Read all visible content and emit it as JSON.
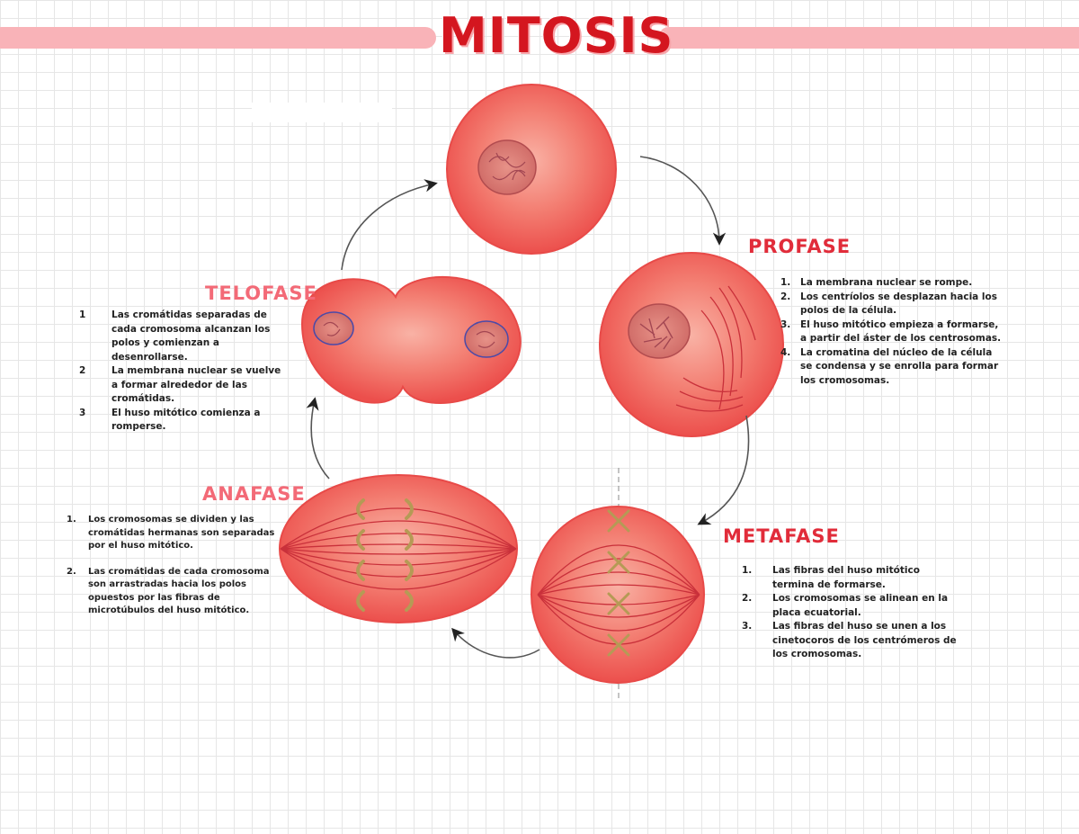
{
  "title": "MITOSIS",
  "stages": {
    "profase": {
      "label": "PROFASE",
      "items": [
        {
          "n": "1.",
          "text": "La membrana nuclear se rompe."
        },
        {
          "n": "2.",
          "text": "Los centríolos se desplazan hacia los polos de la célula."
        },
        {
          "n": "3.",
          "text": "El huso mitótico empieza a formarse, a partir del áster de los centrosomas."
        },
        {
          "n": "4.",
          "text": "La cromatina del núcleo de la célula se condensa y se enrolla para formar los cromosomas."
        }
      ]
    },
    "metafase": {
      "label": "METAFASE",
      "items": [
        {
          "n": "1.",
          "text": "Las fibras del huso mitótico termina de formarse."
        },
        {
          "n": "2.",
          "text": "Los cromosomas se alinean en la placa ecuatorial."
        },
        {
          "n": "3.",
          "text": "Las fibras del huso se unen a los cinetocoros de los centrómeros de los cromosomas."
        }
      ]
    },
    "anafase": {
      "label": "ANAFASE",
      "items": [
        {
          "n": "1.",
          "text": "Los cromosomas se dividen y las cromátidas hermanas son separadas por el huso mitótico."
        },
        {
          "n": "2.",
          "text": "Las cromátidas de cada cromosoma son arrastradas hacia los polos opuestos por las fibras de microtúbulos del huso mitótico."
        }
      ]
    },
    "telofase": {
      "label": "TELOFASE",
      "items": [
        {
          "n": "1",
          "text": "Las cromátidas separadas de cada cromosoma alcanzan los polos y comienzan a desenrollarse."
        },
        {
          "n": "2",
          "text": "La membrana nuclear se vuelve a formar alrededor de las cromátidas."
        },
        {
          "n": "3",
          "text": "El huso mitótico comienza a romperse."
        }
      ]
    }
  },
  "colors": {
    "title": "#d4161f",
    "cell": "#f0605c",
    "cell_light": "#f7a79a",
    "fiber": "#d83a3f",
    "chromosome": "#b59a55",
    "arrow": "#555555",
    "label_pink": "#f36a77",
    "label_red": "#e12c3a"
  }
}
